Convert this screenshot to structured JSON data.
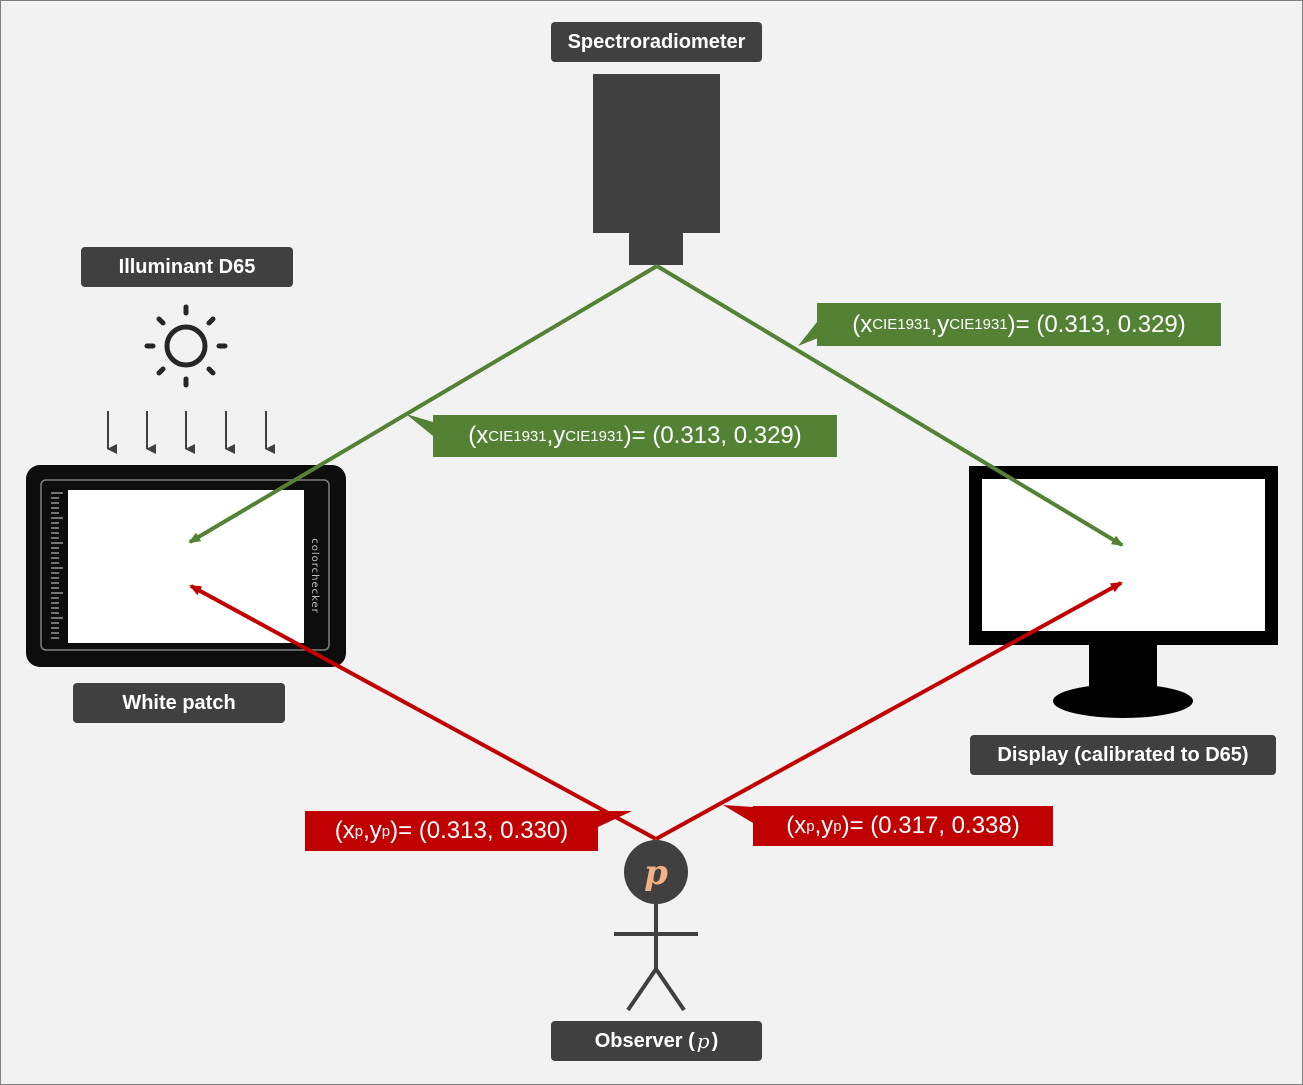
{
  "labels": {
    "spectroradiometer": "Spectroradiometer",
    "illuminant": "Illuminant D65",
    "white_patch": "White patch",
    "display": "Display (calibrated to D65)",
    "observer_prefix": "Observer (",
    "observer_symbol": "p",
    "observer_suffix": ")"
  },
  "colorchecker_text": "colorchecker",
  "observer_head_symbol": "p",
  "measurements": {
    "spectro_left": {
      "x_sym": "x",
      "y_sym": "y",
      "sub": "CIE1931",
      "sep": ", ",
      "eq": " = (0.313, 0.329)"
    },
    "spectro_right": {
      "x_sym": "x",
      "y_sym": "y",
      "sub": "CIE1931",
      "sep": ", ",
      "eq": " = (0.313, 0.329)"
    },
    "observer_left": {
      "x_sym": "x",
      "y_sym": "y",
      "sub": "p",
      "sep": ", ",
      "eq": " = (0.313, 0.330)"
    },
    "observer_right": {
      "x_sym": "x",
      "y_sym": "y",
      "sub": "p",
      "sep": ", ",
      "eq": " = (0.317, 0.338)"
    }
  },
  "colors": {
    "green": "#548235",
    "red": "#c00000",
    "dark": "#404040",
    "background": "#f2f2f2"
  }
}
